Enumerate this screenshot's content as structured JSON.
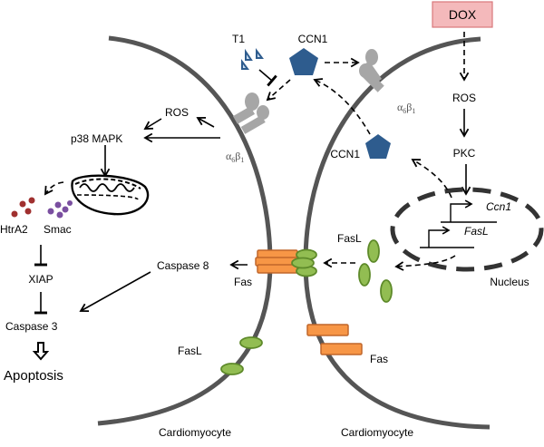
{
  "diagram": {
    "stimulus": {
      "label": "DOX",
      "fill": "#f4b9bb",
      "border": "#d9777b"
    },
    "right_cell": {
      "ros_label": "ROS",
      "pkc_label": "PKC",
      "nucleus_label": "Nucleus",
      "genes": [
        "Ccn1",
        "FasL"
      ],
      "secreted_ccn1_label": "CCN1",
      "integrin_label_alpha": "α",
      "integrin_label_alpha_sub": "6",
      "integrin_label_beta": "β",
      "integrin_label_beta_sub": "1",
      "fasl_label": "FasL",
      "fas_label": "Fas",
      "cell_label": "Cardiomyocyte"
    },
    "extracellular": {
      "ccn1_label": "CCN1",
      "inhibitor_label": "T1"
    },
    "left_cell": {
      "integrin_label_alpha": "α",
      "integrin_label_alpha_sub": "6",
      "integrin_label_beta": "β",
      "integrin_label_beta_sub": "1",
      "ros_label": "ROS",
      "p38_label": "p38 MAPK",
      "htra2_label": "HtrA2",
      "smac_label": "Smac",
      "xiap_label": "XIAP",
      "caspase3_label": "Caspase 3",
      "caspase8_label": "Caspase 8",
      "fas_label": "Fas",
      "fasl_label": "FasL",
      "apoptosis_label": "Apoptosis",
      "cell_label": "Cardiomyocyte"
    },
    "colors": {
      "membrane": "#555555",
      "ccn1": "#2e5c8e",
      "integrin": "#a6a6a6",
      "fas": "#f79646",
      "fasl": "#92bd52",
      "htra2": "#a0302f",
      "smac": "#7a4fa0"
    }
  }
}
